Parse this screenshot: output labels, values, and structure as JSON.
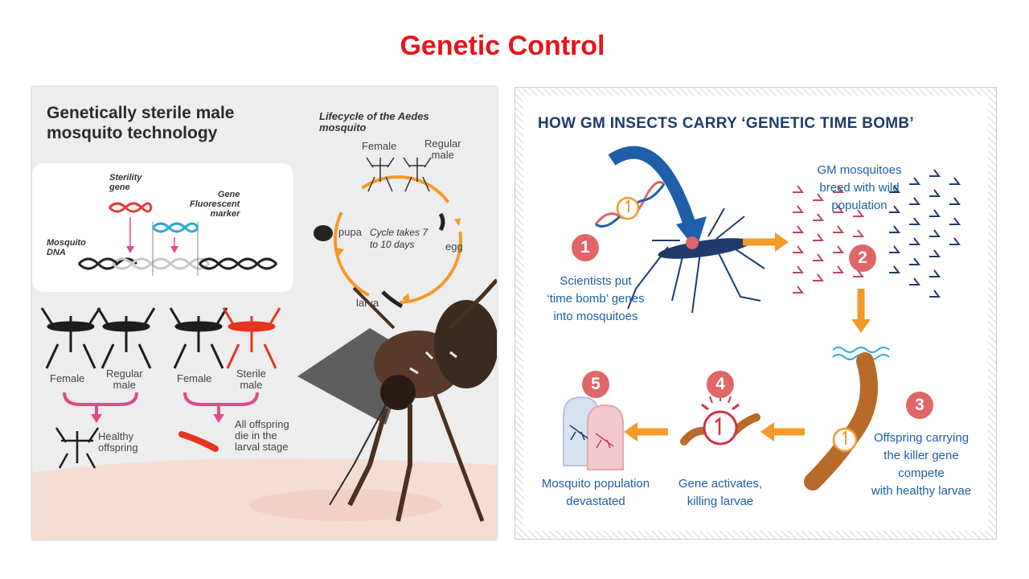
{
  "slide": {
    "title": "Genetic Control"
  },
  "left": {
    "title_line1": "Genetically sterile male",
    "title_line2": "mosquito technology",
    "lifecycle_line1": "Lifecycle of the Aedes",
    "lifecycle_line2": "mosquito",
    "lc_female": "Female",
    "lc_regular1": "Regular",
    "lc_regular2": "male",
    "lc_pupa": "pupa",
    "lc_cycle1": "Cycle takes 7",
    "lc_cycle2": "to 10 days",
    "lc_egg": "egg",
    "lc_larva": "larva",
    "sterility1": "Sterility",
    "sterility2": "gene",
    "gene1": "Gene",
    "gene2": "Fluorescent",
    "gene3": "marker",
    "dna1": "Mosquito",
    "dna2": "DNA",
    "female_a": "Female",
    "regular_a1": "Regular",
    "regular_a2": "male",
    "female_b": "Female",
    "sterile1": "Sterile",
    "sterile2": "male",
    "healthy1": "Healthy",
    "healthy2": "offspring",
    "die1": "All offspring",
    "die2": "die in the",
    "die3": "larval stage"
  },
  "right": {
    "title": "HOW GM INSECTS CARRY ‘GENETIC TIME BOMB’",
    "steps": [
      {
        "num": "1",
        "line1": "Scientists put",
        "line2": "‘time bomb’ genes",
        "line3": "into mosquitoes"
      },
      {
        "num": "2",
        "line1": "GM mosquitoes",
        "line2": "breed with wild",
        "line3": "population"
      },
      {
        "num": "3",
        "line1": "Offspring carrying",
        "line2": "the killer gene compete",
        "line3": "with healthy larvae"
      },
      {
        "num": "4",
        "line1": "Gene activates,",
        "line2": "killing larvae",
        "line3": ""
      },
      {
        "num": "5",
        "line1": "Mosquito population",
        "line2": "devastated",
        "line3": ""
      }
    ]
  },
  "colors": {
    "title_red": "#e8141b",
    "navy": "#1f3b6d",
    "step_red": "#e06668",
    "arrow_orange": "#f39a2b",
    "text_blue": "#1f5ea8"
  }
}
